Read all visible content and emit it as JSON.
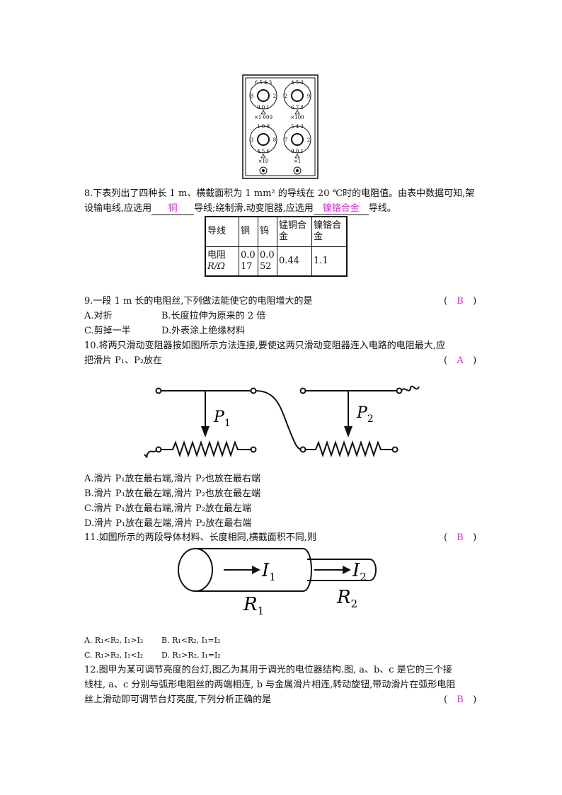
{
  "dial_box": {
    "dials": [
      {
        "digits": "7 6 5 4 3 2 1 0 9 8",
        "label": "×1 000"
      },
      {
        "digits": "3 4 5 2 1 0 9 6 7 8",
        "label": "×100"
      },
      {
        "digits": "2 1 0 9 3 8 4 5 6 7",
        "label": "×10"
      },
      {
        "digits": "6 5 4 3 7 2 8 9 0 1",
        "label": "×1"
      }
    ]
  },
  "q8": {
    "text_a": "8.下表列出了四种长 1 m、横截面积为 1 mm² 的导线在 20 ℃时的电阻值。由表中数据可知,架",
    "text_b1": "设输电线,应选用",
    "answer1": "铜",
    "text_b2": "导线;绕制滑.动变阻器,应选用",
    "answer2": "镍铬合金",
    "text_b3": "导线。",
    "table": {
      "header": [
        "导线",
        "铜",
        "钨",
        "锰铜合金",
        "镍铬合金"
      ],
      "row_label_a": "电阻",
      "row_label_b": "R/Ω",
      "values": [
        "0.017",
        "0.052",
        "0.44",
        "1.1"
      ]
    }
  },
  "q9": {
    "stem": "9.一段 1 m 长的电阻丝,下列做法能使它的电阻增大的是",
    "answer": "B",
    "opt_a": "A.对折",
    "opt_b": "B.长度拉伸为原来的 2 倍",
    "opt_c": "C.剪掉一半",
    "opt_d": "D.外表涂上绝缘材料"
  },
  "q10": {
    "stem_a": "10.将两只滑动变阻器按如图所示方法连接,要使这两只滑动变阻器连入电路的电阻最大,应",
    "stem_b": "把滑片 P₁、P₂放在",
    "answer": "A",
    "label_p1": "P",
    "sub_p1": "1",
    "label_p2": "P",
    "sub_p2": "2",
    "opt_a": "A.滑片 P₁放在最右端,滑片 P₂也放在最右端",
    "opt_b": "B.滑片 P₁放在最左端,滑片 P₂也放在最左端",
    "opt_c": "C.滑片 P₁放在最右端,滑片 P₂放在最左端",
    "opt_d": "D.滑片 P₁放在最左端,滑片 P₂放在最右端"
  },
  "q11": {
    "stem": "11.如图所示的两段导体材料、长度相同,横截面积不同,则",
    "answer": "B",
    "label_i1": "I",
    "sub_i1": "1",
    "label_i2": "I",
    "sub_i2": "2",
    "label_r1": "R",
    "sub_r1": "1",
    "label_r2": "R",
    "sub_r2": "2",
    "opt_a": "A. R₁<R₂, I₁>I₂",
    "opt_b": "B. R₁<R₂, I₁=I₂",
    "opt_c": "C. R₁>R₂, I₁<I₂",
    "opt_d": "D. R₁>R₂, I₁=I₂"
  },
  "q12": {
    "line_a": "12.图甲为某可调节亮度的台灯,图乙为其用于调光的电位器结构.图, a、b、c 是它的三个接",
    "line_b": "线柱, a、c 分别与弧形电阻丝的两端相连, b 与金属滑片相连,转动旋钮,带动滑片在弧形电阻",
    "line_c": "丝上滑动即可调节台灯亮度,下列分析正确的是",
    "answer": "B"
  }
}
